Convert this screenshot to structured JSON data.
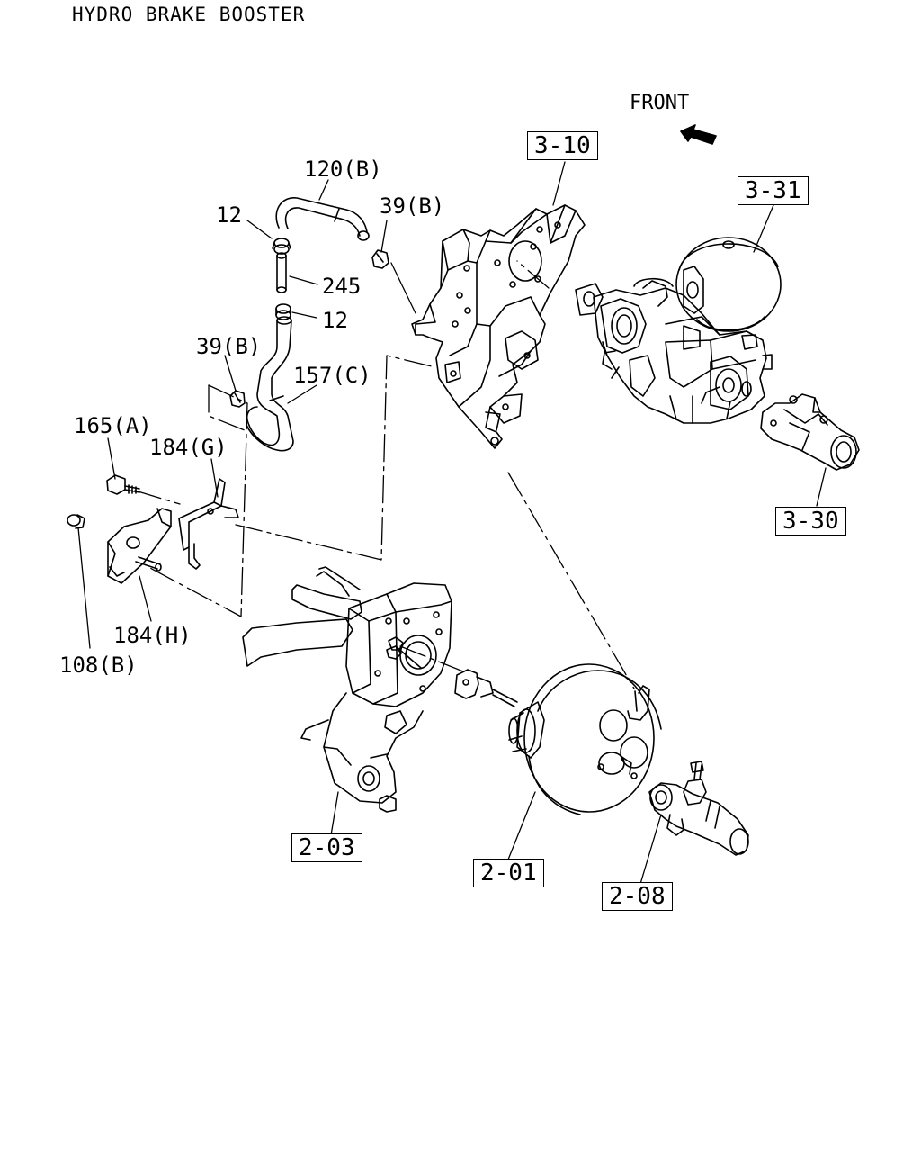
{
  "title": "HYDRO BRAKE BOOSTER",
  "front_label": "FRONT",
  "callouts": {
    "c120b": "120(B)",
    "c12_top": "12",
    "c39b_top": "39(B)",
    "c245": "245",
    "c12_bottom": "12",
    "c39b_left": "39(B)",
    "c157c": "157(C)",
    "c165a": "165(A)",
    "c184g": "184(G)",
    "c184h": "184(H)",
    "c108b": "108(B)"
  },
  "boxed_refs": {
    "r310": "3-10",
    "r331": "3-31",
    "r330": "3-30",
    "r203": "2-03",
    "r201": "2-01",
    "r208": "2-08"
  }
}
